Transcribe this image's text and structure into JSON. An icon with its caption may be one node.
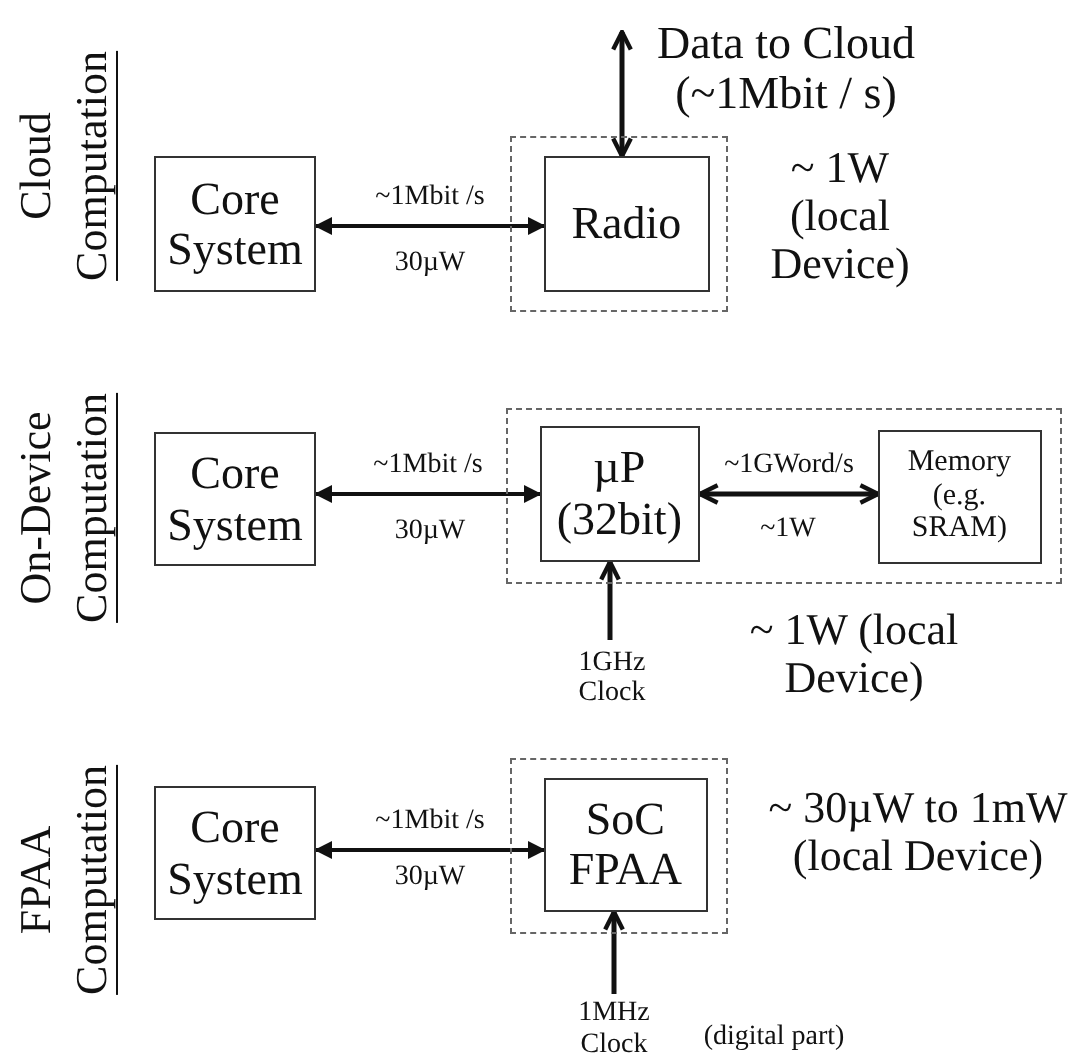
{
  "diagram": {
    "nodes": [
      {
        "text": [],
        "shape": "box",
        "beside": [
          "~ 1W (local Device)"
        ]
      },
      {
        "text": [
          "Core System"
        ]
      },
      {
        "text": [
          "Radio"
        ],
        "in": 0
      },
      {
        "text": [
          "Data to Cloud (~1Mbit / s)"
        ]
      },
      {
        "text": [],
        "shape": "box",
        "beside": [
          "~ 1W  (local Device)"
        ]
      },
      {
        "text": [
          "Core System"
        ]
      },
      {
        "text": [
          "µP (32bit)"
        ],
        "in": 4
      },
      {
        "text": [
          "Memory (e.g. SRAM)"
        ],
        "in": 4
      },
      {
        "text": [
          "1GHz Clock"
        ]
      },
      {
        "text": [],
        "shape": "box",
        "beside": [
          "~ 30µW to 1mW (local Device)"
        ]
      },
      {
        "text": [
          "Core System"
        ]
      },
      {
        "text": [
          "SoC FPAA"
        ],
        "in": 9
      },
      {
        "text": [
          "1MHz Clock"
        ],
        "beside": [
          "(digital part)"
        ]
      }
    ],
    "edges": [
      {
        "from": 1,
        "to": 2,
        "arrow": "both",
        "label": "~1Mbit /s"
      },
      {
        "from": 2,
        "to": 3,
        "arrow": "both"
      },
      {
        "from": 5,
        "to": 6,
        "arrow": "both",
        "label": "~1Mbit /s"
      },
      {
        "from": 6,
        "to": 7,
        "arrow": "both",
        "label": "~1GWord/s"
      },
      {
        "from": 8,
        "to": 6,
        "arrow": "to"
      },
      {
        "from": 10,
        "to": 11,
        "arrow": "both",
        "label": "~1Mbit /s"
      },
      {
        "from": 12,
        "to": 11,
        "arrow": "to"
      }
    ],
    "labels": [
      "Cloud",
      "Computation",
      "30µW",
      "On-Device",
      "Computation",
      "30µW",
      "~1W",
      "FPAA",
      "Computation",
      "30µW"
    ]
  }
}
